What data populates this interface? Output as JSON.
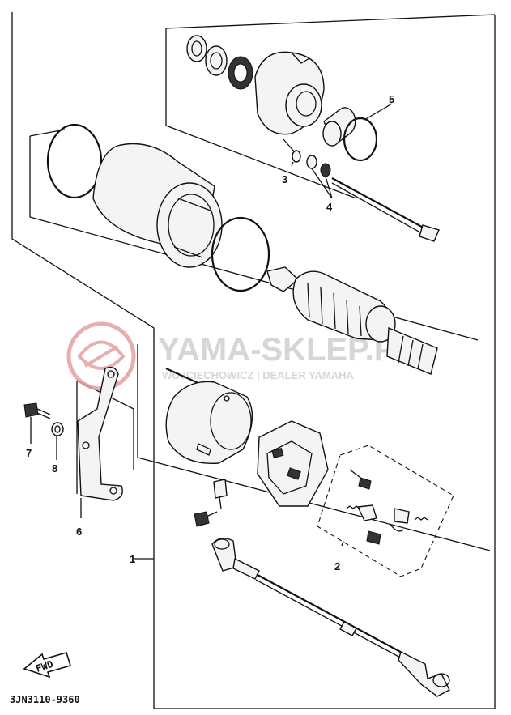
{
  "diagram": {
    "callouts": [
      {
        "id": "1",
        "label": "1"
      },
      {
        "id": "2",
        "label": "2"
      },
      {
        "id": "3",
        "label": "3"
      },
      {
        "id": "4",
        "label": "4"
      },
      {
        "id": "5",
        "label": "5"
      },
      {
        "id": "6",
        "label": "6"
      },
      {
        "id": "7",
        "label": "7"
      },
      {
        "id": "8",
        "label": "8"
      }
    ],
    "direction_arrow": "FWD",
    "drawing_code": "3JN3110-9360"
  },
  "watermark": {
    "brand": "YAMA-SKLEP.PL",
    "tagline": "WOJCIECHOWICZ | DEALER YAMAHA",
    "logo_color": "#e3a0a0",
    "text_color": "#cfcfcf"
  }
}
